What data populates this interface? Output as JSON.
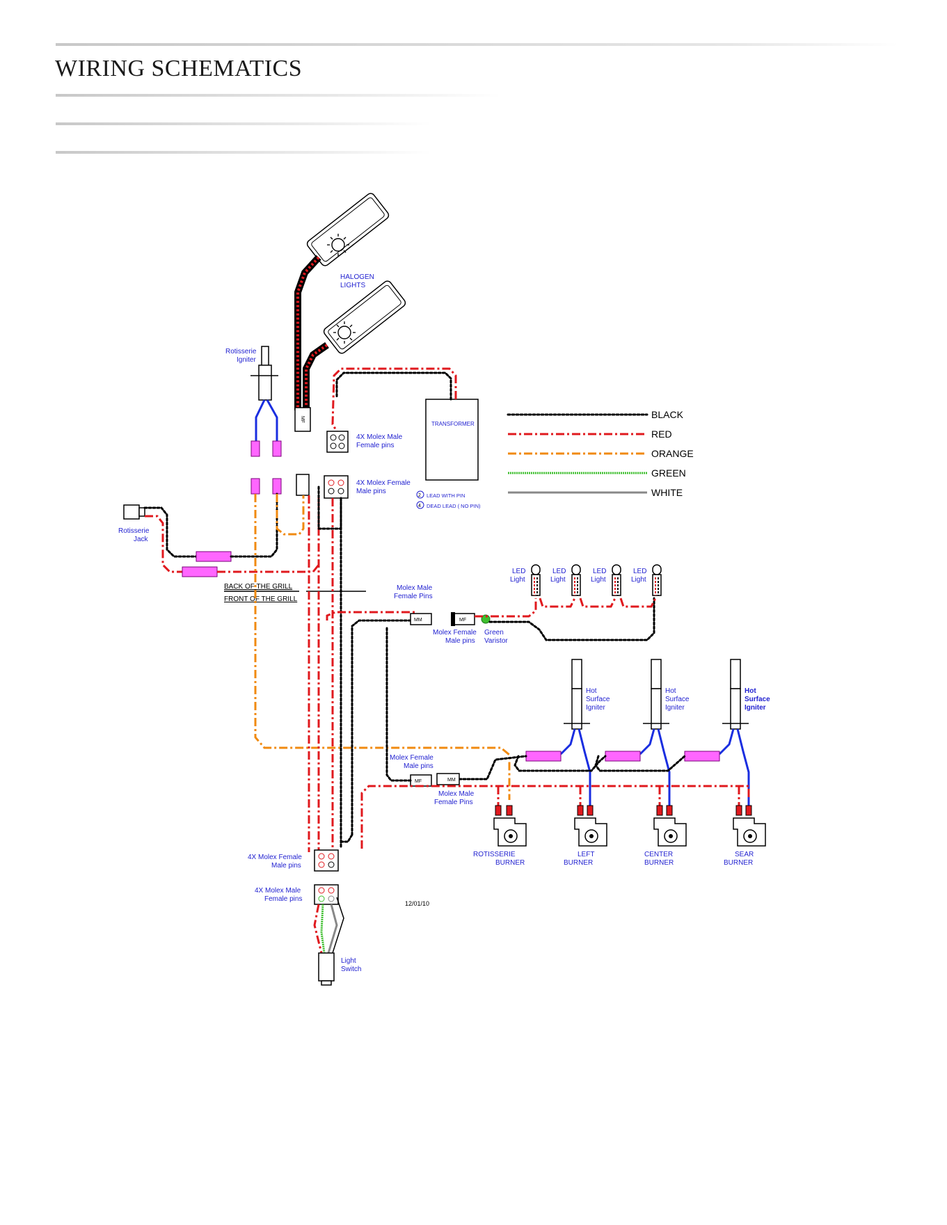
{
  "page": {
    "title": "WIRING SCHEMATICS"
  },
  "legend": {
    "items": [
      {
        "label": "BLACK",
        "color": "#000000"
      },
      {
        "label": "RED",
        "color": "#e0191e"
      },
      {
        "label": "ORANGE",
        "color": "#f08a10"
      },
      {
        "label": "GREEN",
        "color": "#3fbf2f"
      },
      {
        "label": "WHITE",
        "color": "#777777"
      }
    ]
  },
  "notes": {
    "lead_with_pin_num": "2",
    "lead_with_pin": "LEAD WITH PIN",
    "dead_lead_num": "4",
    "dead_lead": "DEAD LEAD   ( NO PIN)",
    "date": "12/01/10"
  },
  "labels": {
    "halogen_1": "HALOGEN",
    "halogen_2": "LIGHTS",
    "rot_igniter_1": "Rotisserie",
    "rot_igniter_2": "Igniter",
    "transformer": "TRANSFORMER",
    "molex_mf_top_1": "4X Molex Male",
    "molex_mf_top_2": "Female pins",
    "molex_fm_mid_1": "4X Molex Female",
    "molex_fm_mid_2": "Male pins",
    "rot_jack_1": "Rotisserie",
    "rot_jack_2": "Jack",
    "back_grill": "BACK OF THE GRILL",
    "front_grill": "FRONT OF THE GRILL",
    "molex_male_fp_1": "Molex Male",
    "molex_male_fp_2": "Female Pins",
    "molex_female_mp_1": "Molex Female",
    "molex_female_mp_2": "Male pins",
    "varistor_1": "Green",
    "varistor_2": "Varistor",
    "led_1": "LED",
    "led_2": "Light",
    "hsi_1": "Hot",
    "hsi_2": "Surface",
    "hsi_3": "Igniter",
    "molex_female_mp_low_1": "Molex Female",
    "molex_female_mp_low_2": "Male pins",
    "molex_male_fp_low_1": "Molex Male",
    "molex_male_fp_low_2": "Female Pins",
    "rotisserie_burner_1": "ROTISSERIE",
    "rotisserie_burner_2": "BURNER",
    "left_burner_1": "LEFT",
    "left_burner_2": "BURNER",
    "center_burner_1": "CENTER",
    "center_burner_2": "BURNER",
    "sear_burner_1": "SEAR",
    "sear_burner_2": "BURNER",
    "molex_fm_low_1": "4X Molex Female",
    "molex_fm_low_2": "Male pins",
    "molex_mf_low_1": "4X Molex Male",
    "molex_mf_low_2": "Female pins",
    "light_switch_1": "Light",
    "light_switch_2": "Switch",
    "mf": "MF",
    "mm": "MM"
  }
}
